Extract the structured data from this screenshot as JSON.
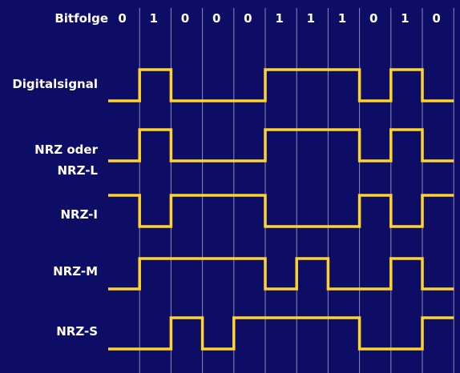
{
  "header_label": "Bitfolge",
  "bits": [
    "0",
    "1",
    "0",
    "0",
    "0",
    "1",
    "1",
    "1",
    "0",
    "1",
    "0"
  ],
  "colors": {
    "background": "#0d0d66",
    "signal": "#ffd42a",
    "grid": "#8a8abf",
    "text": "#ffffff"
  },
  "signals": [
    {
      "label_lines": [
        "Digitalsignal"
      ],
      "levels": [
        0,
        1,
        0,
        0,
        0,
        1,
        1,
        1,
        0,
        1,
        0
      ]
    },
    {
      "label_lines": [
        "NRZ oder",
        "NRZ-L"
      ],
      "levels": [
        0,
        1,
        0,
        0,
        0,
        1,
        1,
        1,
        0,
        1,
        0
      ]
    },
    {
      "label_lines": [
        "NRZ-I"
      ],
      "levels": [
        1,
        0,
        1,
        1,
        1,
        0,
        0,
        0,
        1,
        0,
        1
      ]
    },
    {
      "label_lines": [
        "NRZ-M"
      ],
      "levels": [
        0,
        1,
        1,
        1,
        1,
        0,
        1,
        0,
        0,
        1,
        0
      ]
    },
    {
      "label_lines": [
        "NRZ-S"
      ],
      "levels": [
        0,
        0,
        1,
        0,
        1,
        1,
        1,
        1,
        0,
        0,
        1
      ]
    }
  ]
}
